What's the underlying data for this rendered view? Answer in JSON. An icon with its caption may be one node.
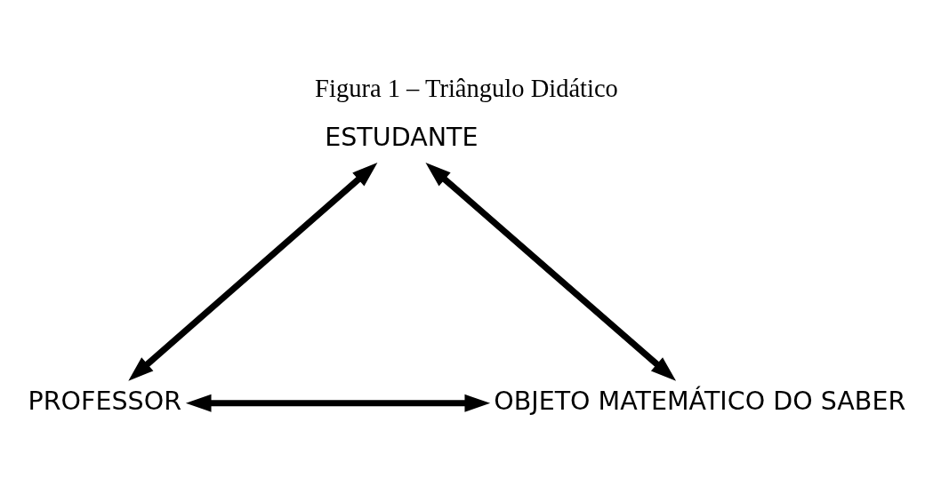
{
  "diagram": {
    "title": "Figura 1 – Triângulo Didático",
    "nodes": [
      {
        "text": [
          "ESTUDANTE"
        ]
      },
      {
        "text": [
          "PROFESSOR"
        ]
      },
      {
        "text": [
          "OBJETO MATEMÁTICO DO SABER"
        ]
      }
    ],
    "edges": [
      {
        "from": 0,
        "to": 1,
        "arrow": "both"
      },
      {
        "from": 0,
        "to": 2,
        "arrow": "both"
      },
      {
        "from": 1,
        "to": 2,
        "arrow": "both"
      }
    ]
  }
}
